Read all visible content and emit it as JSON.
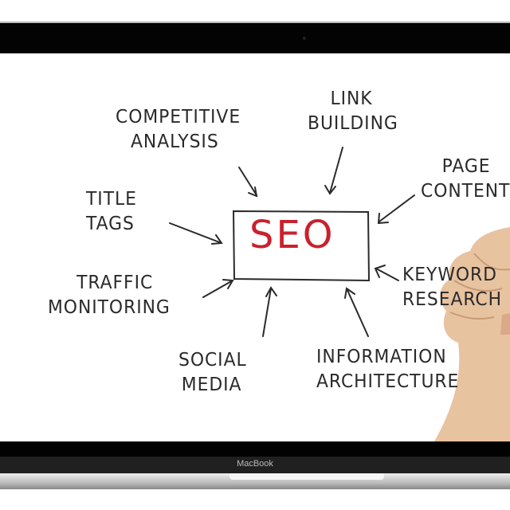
{
  "device": {
    "brand": "MacBook"
  },
  "diagram": {
    "center": "SEO",
    "center_color": "#c8222e",
    "nodes": [
      {
        "id": "competitive",
        "lines": [
          "COMPETITIVE",
          "ANALYSIS"
        ]
      },
      {
        "id": "link",
        "lines": [
          "LINK",
          "BUILDING"
        ]
      },
      {
        "id": "page",
        "lines": [
          "PAGE",
          "CONTENT"
        ]
      },
      {
        "id": "title",
        "lines": [
          "TITLE",
          "TAGS"
        ]
      },
      {
        "id": "keyword",
        "lines": [
          "KEYWORD",
          "RESEARCH"
        ]
      },
      {
        "id": "traffic",
        "lines": [
          "TRAFFIC",
          "MONITORING"
        ]
      },
      {
        "id": "social",
        "lines": [
          "SOCIAL",
          "MEDIA"
        ]
      },
      {
        "id": "info",
        "lines": [
          "INFORMATION",
          "ARCHITECTURE"
        ]
      }
    ]
  }
}
